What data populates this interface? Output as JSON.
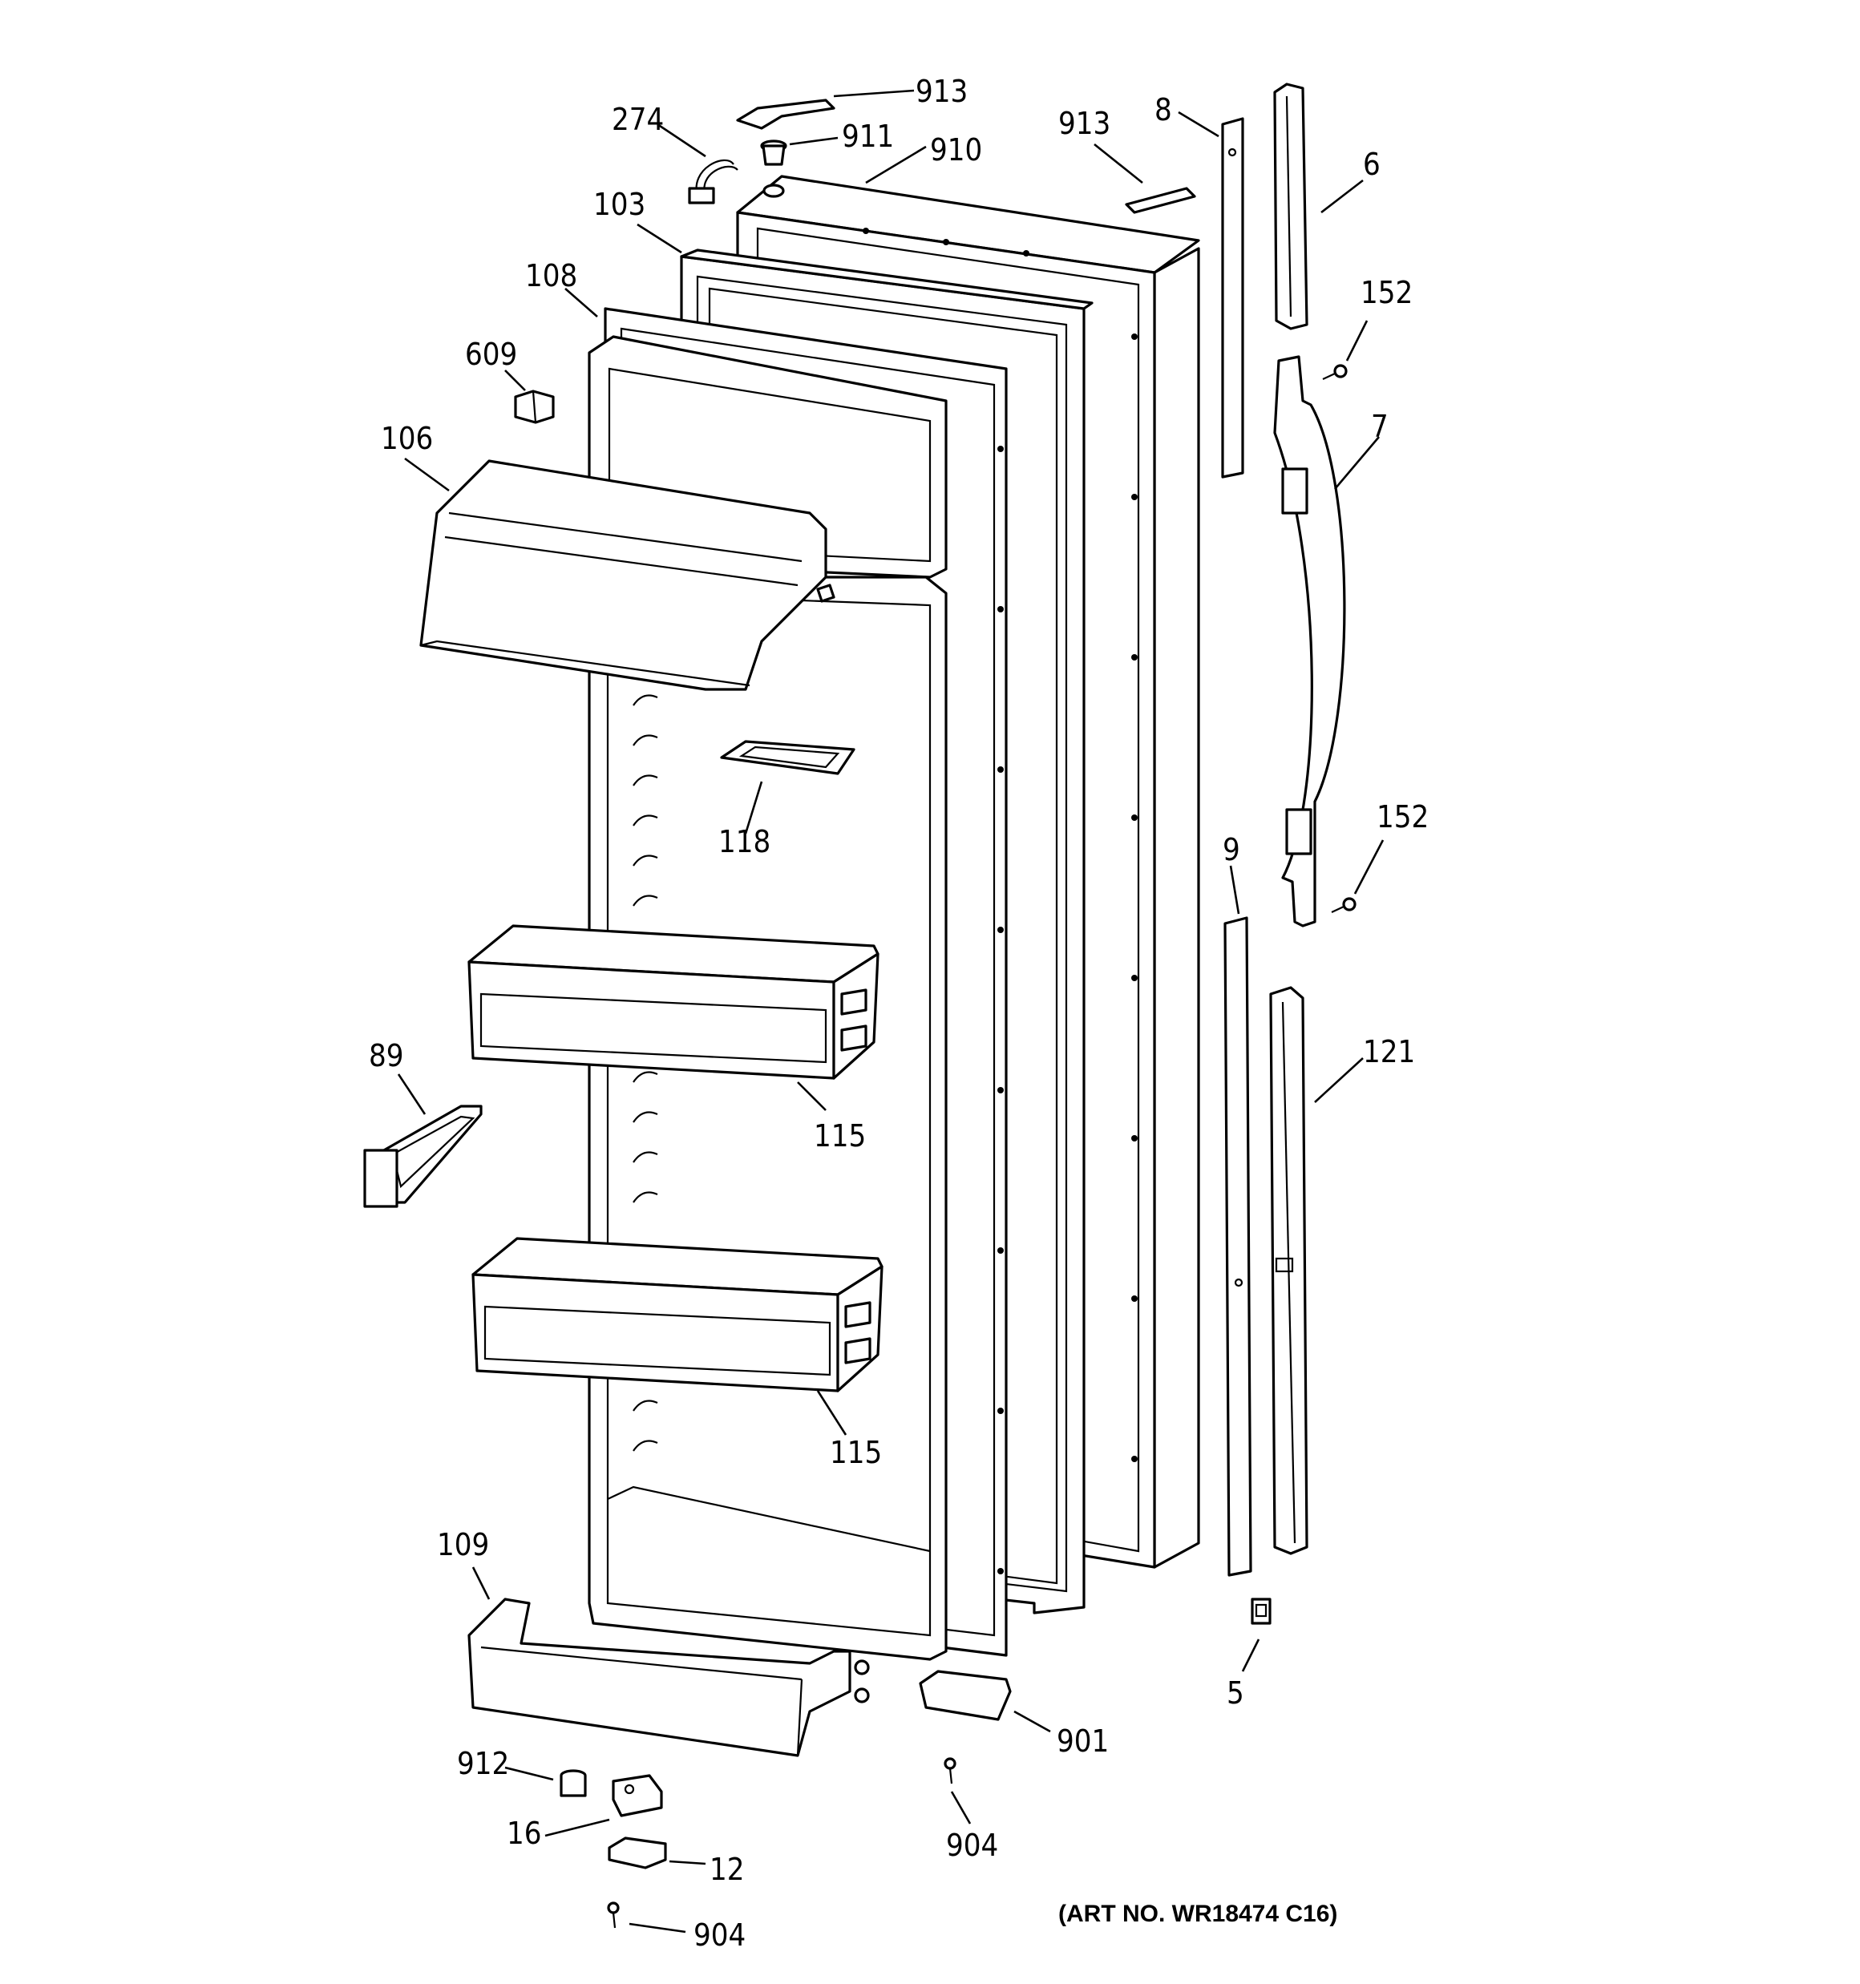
{
  "art_number": "(ART NO. WR18474 C16)",
  "callouts": {
    "c913a": "913",
    "c274": "274",
    "c911": "911",
    "c910": "910",
    "c913b": "913",
    "c8": "8",
    "c6": "6",
    "c103": "103",
    "c108": "108",
    "c152a": "152",
    "c609": "609",
    "c106": "106",
    "c7": "7",
    "c118": "118",
    "c152b": "152",
    "c9": "9",
    "c121": "121",
    "c89": "89",
    "c115a": "115",
    "c115b": "115",
    "c109": "109",
    "c5": "5",
    "c901": "901",
    "c912": "912",
    "c904a": "904",
    "c16": "16",
    "c12": "12",
    "c904b": "904"
  }
}
